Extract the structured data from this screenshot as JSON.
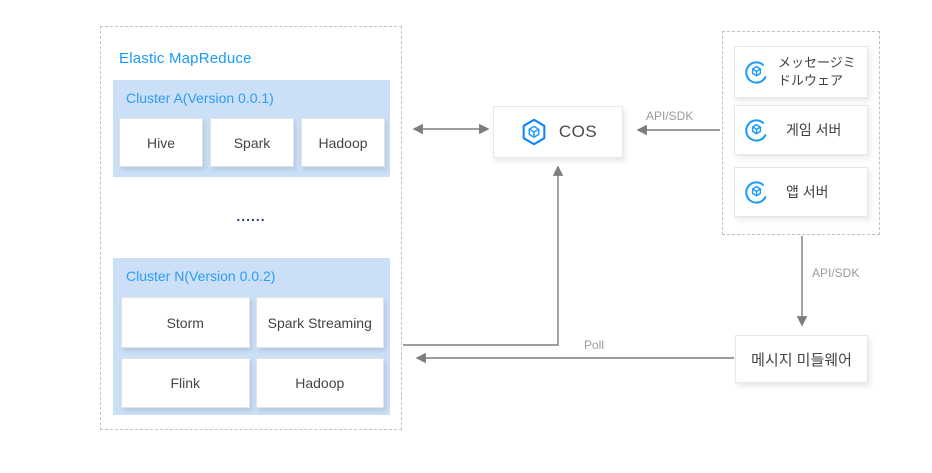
{
  "diagram": {
    "emr": {
      "title": "Elastic MapReduce",
      "ellipsis": "......",
      "cluster_a": {
        "title": "Cluster A(Version 0.0.1)",
        "components": [
          "Hive",
          "Spark",
          "Hadoop"
        ]
      },
      "cluster_n": {
        "title": "Cluster N(Version 0.0.2)",
        "components": [
          "Storm",
          "Spark Streaming",
          "Flink",
          "Hadoop"
        ]
      }
    },
    "cos": {
      "label": "COS"
    },
    "clients": {
      "items": [
        {
          "label": "メッセージミドルウェア"
        },
        {
          "label": "게임 서버"
        },
        {
          "label": "앱 서버"
        }
      ]
    },
    "middleware": {
      "label": "메시지 미들웨어"
    },
    "labels": {
      "api_sdk_cos": "API/SDK",
      "api_sdk_mq": "API/SDK",
      "poll": "Poll"
    },
    "colors": {
      "accent_blue": "#189bf8",
      "panel_blue": "#cbe0f7",
      "arrow_gray": "#7d7d7d"
    }
  }
}
